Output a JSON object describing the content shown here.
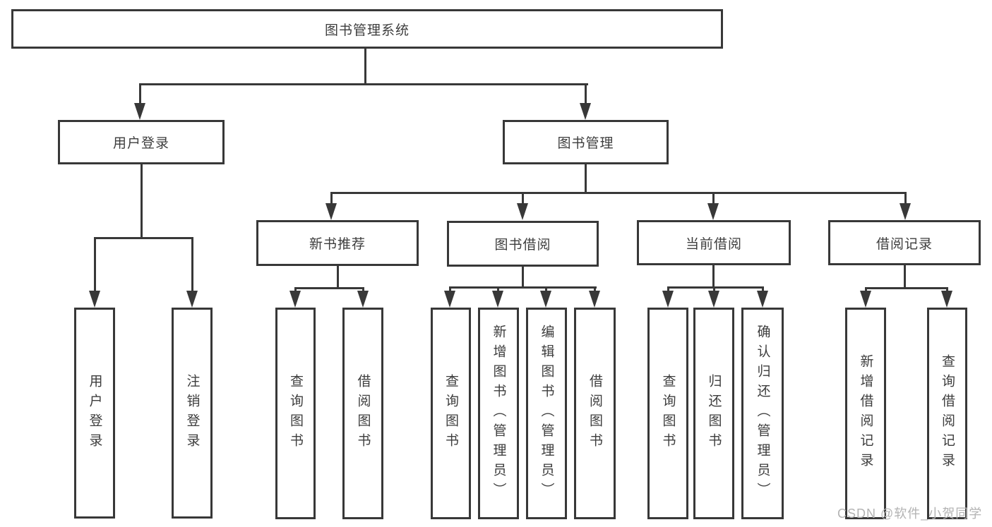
{
  "diagram": {
    "root": {
      "label": "图书管理系统"
    },
    "branches": [
      {
        "label": "用户登录",
        "children": [
          {
            "label": "用户登录"
          },
          {
            "label": "注销登录"
          }
        ]
      },
      {
        "label": "图书管理",
        "children": [
          {
            "label": "新书推荐",
            "children": [
              {
                "label": "查询图书"
              },
              {
                "label": "借阅图书"
              }
            ]
          },
          {
            "label": "图书借阅",
            "children": [
              {
                "label": "查询图书"
              },
              {
                "label": "新增图书（管理员）"
              },
              {
                "label": "编辑图书（管理员）"
              },
              {
                "label": "借阅图书"
              }
            ]
          },
          {
            "label": "当前借阅",
            "children": [
              {
                "label": "查询图书"
              },
              {
                "label": "归还图书"
              },
              {
                "label": "确认归还（管理员）"
              }
            ]
          },
          {
            "label": "借阅记录",
            "children": [
              {
                "label": "新增借阅记录"
              },
              {
                "label": "查询借阅记录"
              }
            ]
          }
        ]
      }
    ],
    "watermark": "CSDN @软件_小贺同学",
    "colors": {
      "line": "#383838",
      "text": "#3d3d3d",
      "watermark": "#b3b3b3",
      "background": "#ffffff"
    }
  }
}
